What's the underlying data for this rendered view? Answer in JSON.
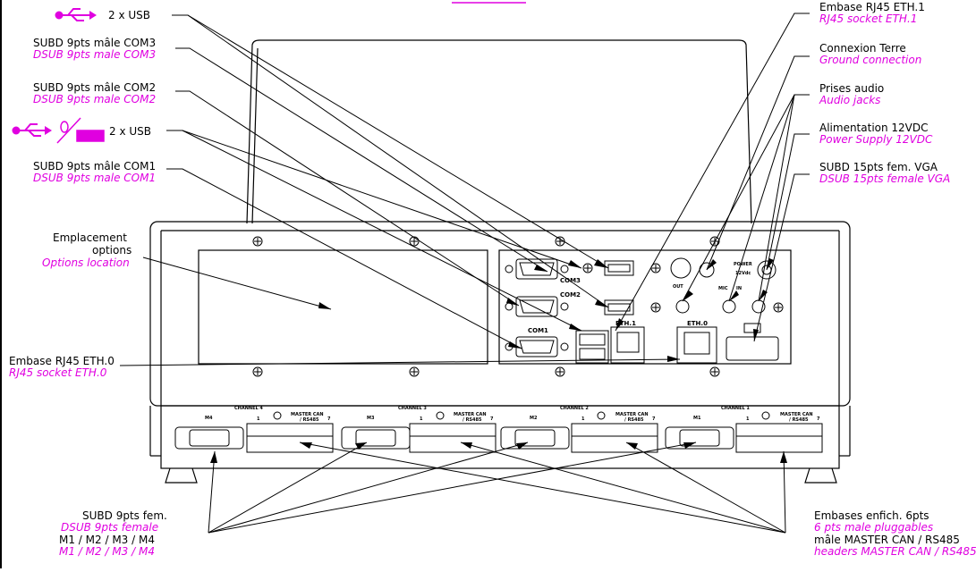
{
  "labels": {
    "usb_top": "2 x USB",
    "com3_fr": "SUBD 9pts mâle COM3",
    "com3_en": "DSUB 9pts male COM3",
    "com2_fr": "SUBD 9pts mâle COM2",
    "com2_en": "DSUB 9pts male COM2",
    "usb_mid": "2 x USB",
    "com1_fr": "SUBD 9pts mâle COM1",
    "com1_en": "DSUB 9pts male COM1",
    "options_fr_1": "Emplacement",
    "options_fr_2": "options",
    "options_en": "Options location",
    "eth0_fr": "Embase RJ45 ETH.0",
    "eth0_en": "RJ45 socket ETH.0",
    "eth1_fr": "Embase RJ45 ETH.1",
    "eth1_en": "RJ45 socket ETH.1",
    "ground_fr": "Connexion Terre",
    "ground_en": "Ground connection",
    "audio_fr": "Prises audio",
    "audio_en": "Audio jacks",
    "power_fr": "Alimentation 12VDC",
    "power_en": "Power Supply 12VDC",
    "vga_fr": "SUBD 15pts fem. VGA",
    "vga_en": "DSUB 15pts female VGA",
    "subd_fr": "SUBD 9pts fem.",
    "subd_en": "DSUB 9pts female",
    "subd_m_1": "M1 / M2 / M3 / M4",
    "subd_m_2": "M1 / M2 / M3 / M4",
    "can_fr_1": "Embases enfich. 6pts",
    "can_en_1": "6 pts male pluggables",
    "can_fr_2": "mâle MASTER CAN / RS485",
    "can_en_2": "headers MASTER CAN / RS485"
  },
  "panel": {
    "com3": "COM3",
    "com2": "COM2",
    "com1": "COM1",
    "eth1": "ETH.1",
    "eth0": "ETH.0",
    "out": "OUT",
    "mic": "MIC",
    "in": "IN",
    "power_1": "POWER",
    "power_2": "12Vdc",
    "channels": [
      {
        "channel": "CHANNEL 4",
        "m": "M4"
      },
      {
        "channel": "CHANNEL 3",
        "m": "M3"
      },
      {
        "channel": "CHANNEL 2",
        "m": "M2"
      },
      {
        "channel": "CHANNEL 1",
        "m": "M1"
      }
    ],
    "pin_1": "1",
    "pin_7": "7",
    "master_can": "MASTER CAN",
    "rs485": "/ RS485"
  },
  "colors": {
    "label_text": "#000000",
    "translation_text": "#e000e0",
    "drawing_lines": "#000000"
  }
}
